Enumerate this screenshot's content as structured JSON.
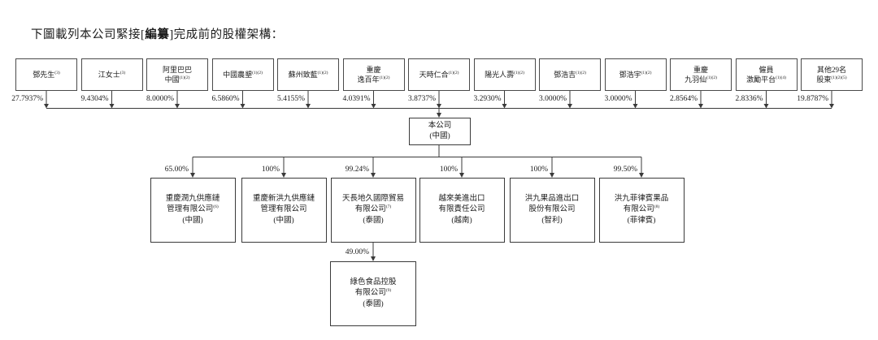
{
  "title": {
    "prefix": "下圖載列本公司緊接[",
    "redacted": "編纂",
    "suffix": "]完成前的股權架構："
  },
  "accent_colors": {
    "line": "#3a3a3a",
    "text": "#1c1c1c",
    "background": "#ffffff"
  },
  "chart_data": {
    "type": "org-structure",
    "company": {
      "line1": "本公司",
      "line2": "(中國)"
    },
    "shareholders": [
      {
        "line1": "鄧先生",
        "sup": "(3)",
        "pct": "27.7937%"
      },
      {
        "line1": "江女士",
        "sup": "(3)",
        "pct": "9.4304%"
      },
      {
        "line1": "阿里巴巴",
        "line2": "中國",
        "sup": "(1)(2)",
        "pct": "8.0000%"
      },
      {
        "line1": "中國農墾",
        "sup": "(1)(2)",
        "pct": "6.5860%"
      },
      {
        "line1": "蘇州致藍",
        "sup": "(1)(2)",
        "pct": "5.4155%"
      },
      {
        "line1": "重慶",
        "line2": "逸百年",
        "sup": "(1)(2)",
        "pct": "4.0391%"
      },
      {
        "line1": "天時仁合",
        "sup": "(1)(2)",
        "pct": "3.8737%"
      },
      {
        "line1": "陽光人壽",
        "sup": "(1)(2)",
        "pct": "3.2930%"
      },
      {
        "line1": "鄧浩吉",
        "sup": "(1)(2)",
        "pct": "3.0000%"
      },
      {
        "line1": "鄧浩宇",
        "sup": "(1)(2)",
        "pct": "3.0000%"
      },
      {
        "line1": "重慶",
        "line2": "九羽仙",
        "sup": "(1)(2)",
        "pct": "2.8564%"
      },
      {
        "line1": "僱員",
        "line2": "激勵平台",
        "sup": "(1)(4)",
        "pct": "2.8336%"
      },
      {
        "line1": "其他29名",
        "line2": "股東",
        "sup": "(1)(2)(5)",
        "pct": "19.8787%"
      }
    ],
    "subsidiaries": [
      {
        "pct": "65.00%",
        "line1": "重慶潤九供應鏈",
        "line2": "管理有限公司",
        "sup": "(6)",
        "line3": "(中國)"
      },
      {
        "pct": "100%",
        "line1": "重慶新洪九供應鏈",
        "line2": "管理有限公司",
        "sup": "",
        "line3": "(中國)"
      },
      {
        "pct": "99.24%",
        "line1": "天長地久國際貿易",
        "line2": "有限公司",
        "sup": "(7)",
        "line3": "(泰國)"
      },
      {
        "pct": "100%",
        "line1": "越來美進出口",
        "line2": "有限責任公司",
        "sup": "",
        "line3": "(越南)"
      },
      {
        "pct": "100%",
        "line1": "洪九果品進出口",
        "line2": "股份有限公司",
        "sup": "",
        "line3": "(智利)"
      },
      {
        "pct": "99.50%",
        "line1": "洪九菲律賓果品",
        "line2": "有限公司",
        "sup": "(8)",
        "line3": "(菲律賓)"
      }
    ],
    "sub_subsidiary": {
      "pct": "49.00%",
      "line1": "綠色食品控股",
      "line2": "有限公司",
      "sup": "(9)",
      "line3": "(泰國)",
      "parent": "天長地久國際貿易有限公司"
    }
  }
}
